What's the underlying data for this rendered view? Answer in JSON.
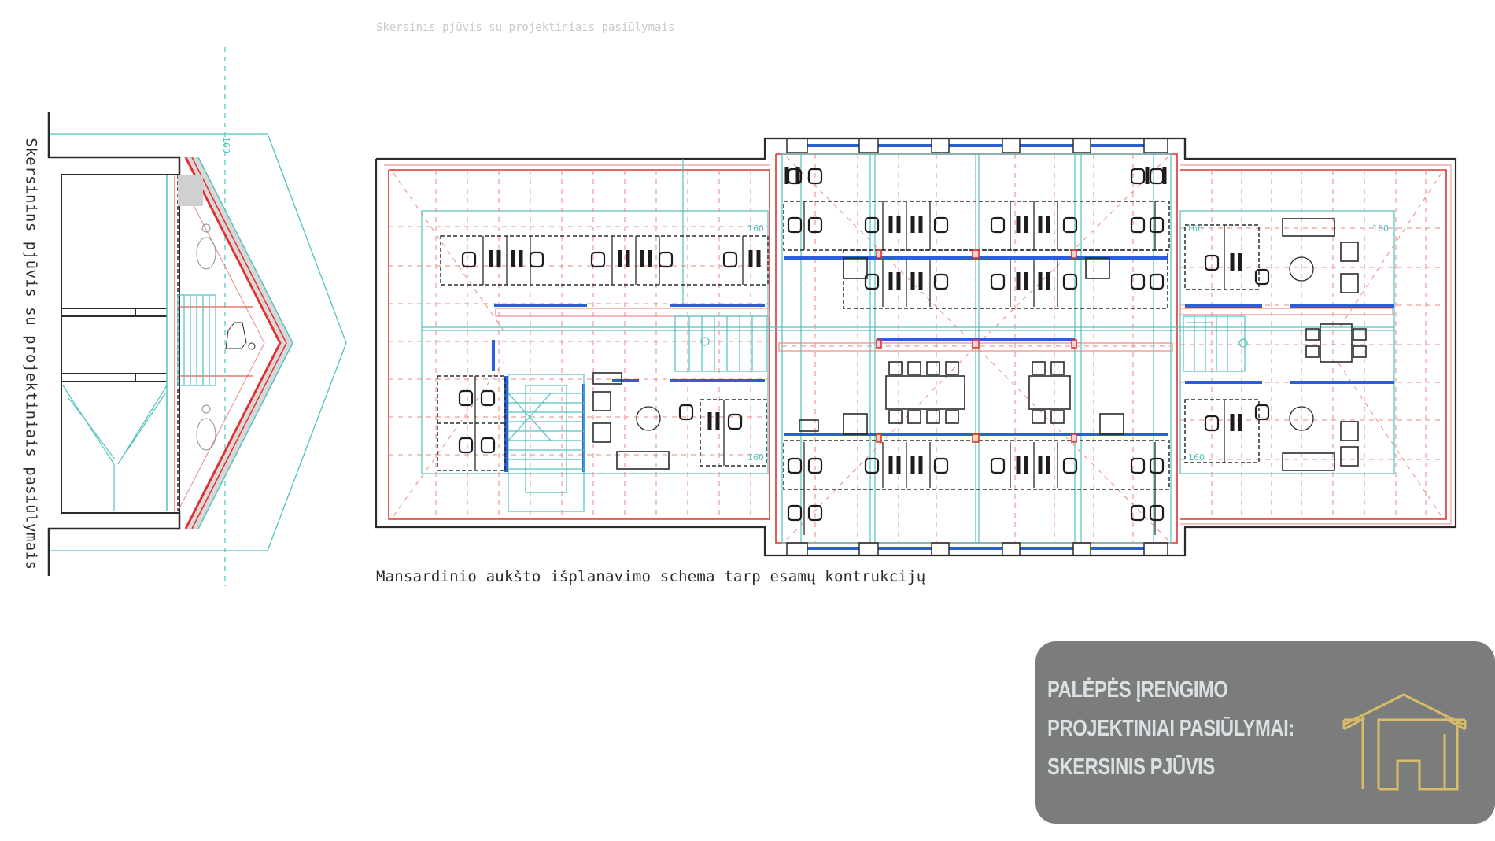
{
  "slide": {
    "faded_header_text": "Skersinis pjūvis su projektiniais pasiūlymais",
    "section_drawing": {
      "label": "Skersinins pjūvis su projektiniais pasiūlymais",
      "dimension_label": "160"
    },
    "floor_plan": {
      "caption": "Mansardinio aukšto išplanavimo schema tarp esamų kontrukcijų",
      "dimension_labels": [
        "160",
        "160",
        "160",
        "160",
        "160"
      ]
    },
    "title_card": {
      "lines": [
        "PALĖPĖS ĮRENGIMO",
        "PROJEKTINIAI PASIŪLYMAI:",
        "SKERSINIS PJŪVIS"
      ],
      "icon": "house-outline-icon"
    },
    "colors": {
      "wall": "#2b2b2b",
      "cyan_line": "#4fc3c0",
      "red_line": "#e0322e",
      "red_dashed": "#e88a88",
      "blue_partition": "#2a5fd6",
      "card_bg": "#7b7d7d",
      "card_text": "#dde0e3",
      "icon_gold": "#d9bb6a"
    }
  }
}
